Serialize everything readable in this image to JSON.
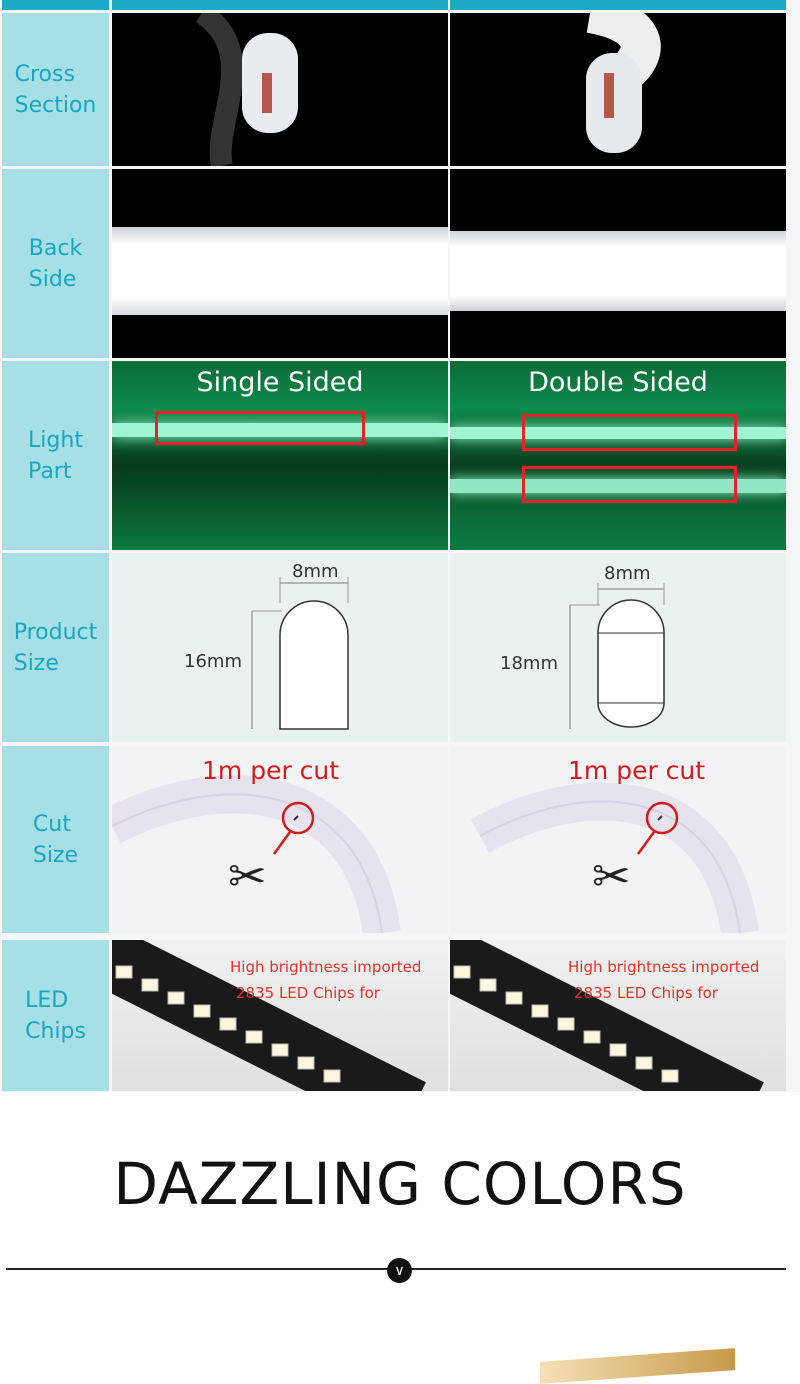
{
  "rows": [
    {
      "label": "Cross\nSection"
    },
    {
      "label": "Back\nSide"
    },
    {
      "label": "Light\nPart"
    },
    {
      "label": "Product\nSize"
    },
    {
      "label": "Cut\nSize"
    },
    {
      "label": "LED\nChips"
    }
  ],
  "light_part": {
    "left_caption": "Single Sided",
    "right_caption": "Double Sided"
  },
  "product_size": {
    "left": {
      "width": "8mm",
      "height": "16mm"
    },
    "right": {
      "width": "8mm",
      "height": "18mm"
    }
  },
  "cut_size": {
    "caption": "1m per cut"
  },
  "led_chips": {
    "line1": "High brightness imported",
    "line2": "2835 LED Chips for"
  },
  "section_title": "DAZZLING COLORS",
  "colors": {
    "label_bg": "#a7dfe6",
    "label_text": "#18a6c0",
    "accent": "#1ea9c4",
    "red": "#d21b1b"
  }
}
